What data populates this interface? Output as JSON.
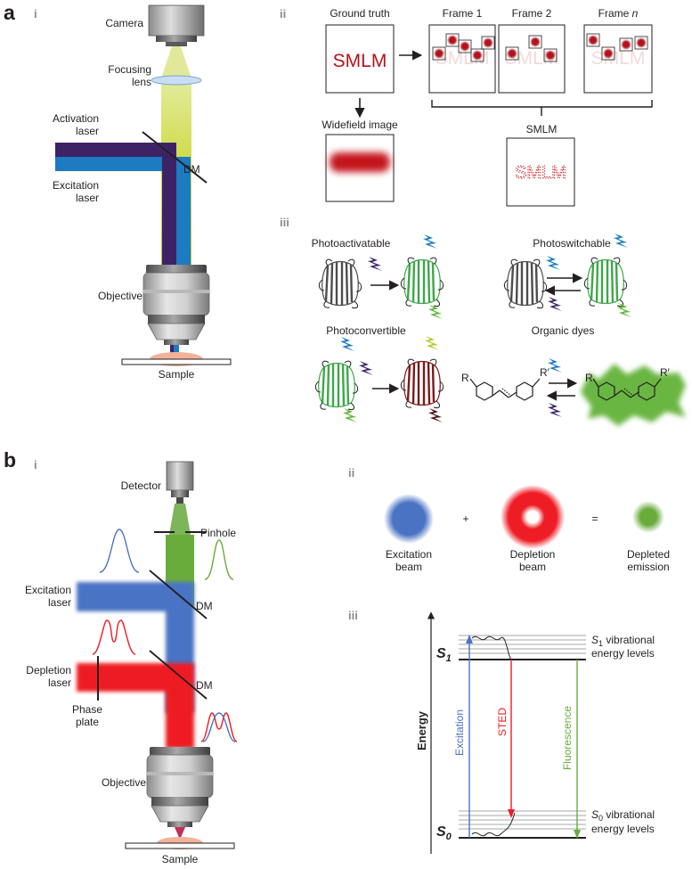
{
  "panel_a": {
    "letter": "a",
    "i": {
      "roman": "i",
      "camera": "Camera",
      "focusing_lens_1": "Focusing",
      "focusing_lens_2": "lens",
      "activation_laser_1": "Activation",
      "activation_laser_2": "laser",
      "excitation_laser_1": "Excitation",
      "excitation_laser_2": "laser",
      "dm": "DM",
      "objective": "Objective",
      "sample": "Sample"
    },
    "ii": {
      "roman": "ii",
      "ground_truth": "Ground truth",
      "smlm_text": "SMLM",
      "frame_1": "Frame 1",
      "frame_2": "Frame 2",
      "frame_n_prefix": "Frame",
      "frame_n_italic": "n",
      "widefield_image": "Widefield image",
      "smlm_label": "SMLM"
    },
    "iii": {
      "roman": "iii",
      "photoactivatable": "Photoactivatable",
      "photoswitchable": "Photoswitchable",
      "photoconvertible": "Photoconvertible",
      "organic_dyes": "Organic dyes",
      "r": "R",
      "r_prime": "R′"
    }
  },
  "panel_b": {
    "letter": "b",
    "i": {
      "roman": "i",
      "detector": "Detector",
      "pinhole": "Pinhole",
      "excitation_laser_1": "Excitation",
      "excitation_laser_2": "laser",
      "depletion_laser_1": "Depletion",
      "depletion_laser_2": "laser",
      "phase_plate_1": "Phase",
      "phase_plate_2": "plate",
      "dm_1": "DM",
      "dm_2": "DM",
      "objective": "Objective",
      "sample": "Sample"
    },
    "ii": {
      "roman": "ii",
      "excitation_beam_1": "Excitation",
      "excitation_beam_2": "beam",
      "plus": "+",
      "depletion_beam_1": "Depletion",
      "depletion_beam_2": "beam",
      "equals": "=",
      "depleted_emission_1": "Depleted",
      "depleted_emission_2": "emission"
    },
    "iii": {
      "roman": "iii",
      "energy": "Energy",
      "s1_main": "S",
      "s1_sub": "1",
      "s0_main": "S",
      "s0_sub": "0",
      "s1_vib_sym": "S",
      "s1_vib_sub": "1",
      "s1_vib_text": " vibrational",
      "s1_vib_line2": "energy levels",
      "s0_vib_sym": "S",
      "s0_vib_sub": "0",
      "s0_vib_text": " vibrational",
      "s0_vib_line2": "energy levels",
      "excitation": "Excitation",
      "sted": "STED",
      "fluorescence": "Fluorescence"
    }
  },
  "colors": {
    "activation": "#3d2366",
    "excitation": "#1c7bc1",
    "emission_yellow": "#c8d634",
    "smlm_red": "#b3141c",
    "sted_blue": "#4a73c4",
    "depletion_red": "#ee1c24",
    "emission_green": "#6aac3c"
  }
}
